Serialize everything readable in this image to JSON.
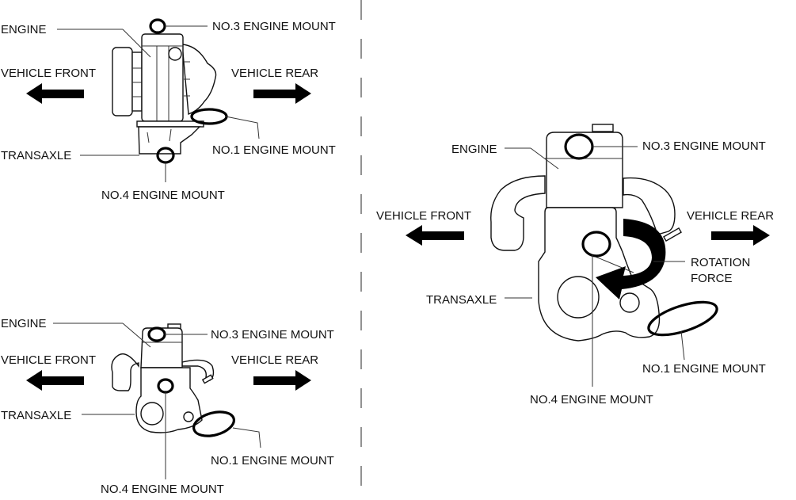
{
  "diagram": {
    "divider": "dashed",
    "panels": {
      "top_left": {
        "engine": "ENGINE",
        "transaxle": "TRANSAXLE",
        "vehicle_front": "VEHICLE FRONT",
        "vehicle_rear": "VEHICLE REAR",
        "mount_3": "NO.3 ENGINE MOUNT",
        "mount_1": "NO.1 ENGINE MOUNT",
        "mount_4": "NO.4 ENGINE MOUNT"
      },
      "bottom_left": {
        "engine": "ENGINE",
        "transaxle": "TRANSAXLE",
        "vehicle_front": "VEHICLE FRONT",
        "vehicle_rear": "VEHICLE REAR",
        "mount_3": "NO.3 ENGINE MOUNT",
        "mount_1": "NO.1 ENGINE MOUNT",
        "mount_4": "NO.4 ENGINE MOUNT"
      },
      "right": {
        "engine": "ENGINE",
        "transaxle": "TRANSAXLE",
        "vehicle_front": "VEHICLE FRONT",
        "vehicle_rear": "VEHICLE REAR",
        "mount_3": "NO.3 ENGINE MOUNT",
        "mount_1": "NO.1 ENGINE MOUNT",
        "mount_4": "NO.4 ENGINE MOUNT",
        "rotation_line1": "ROTATION",
        "rotation_line2": "FORCE"
      }
    }
  }
}
